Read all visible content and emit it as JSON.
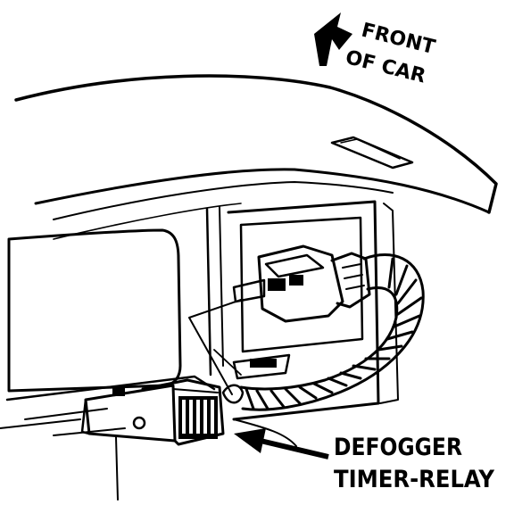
{
  "labels": {
    "front_line1": "FRONT",
    "front_line2": "OF CAR",
    "callout_line1": "DEFOGGER",
    "callout_line2": "TIMER-RELAY"
  },
  "icons": {
    "direction_arrow": "arrow-up-left-icon"
  },
  "colors": {
    "ink": "#000000",
    "paper": "#ffffff"
  }
}
